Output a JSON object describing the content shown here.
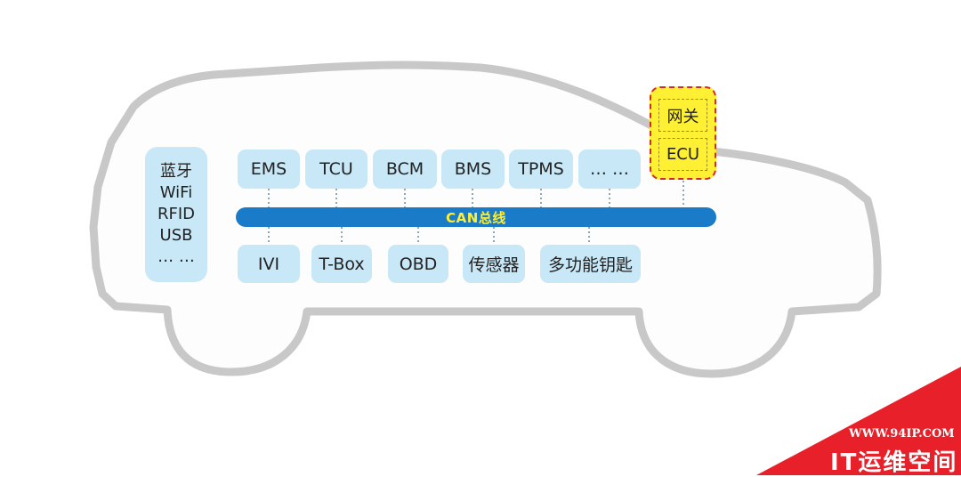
{
  "wireless": {
    "lines": [
      "蓝牙",
      "WiFi",
      "RFID",
      "USB",
      "… …"
    ]
  },
  "top_nodes": [
    "EMS",
    "TCU",
    "BCM",
    "BMS",
    "TPMS",
    "… …"
  ],
  "bottom_nodes": [
    "IVI",
    "T-Box",
    "OBD",
    "传感器",
    "多功能钥匙"
  ],
  "bus": {
    "label": "CAN总线"
  },
  "gateway": {
    "top": "网关",
    "bottom": "ECU"
  },
  "watermark": {
    "url": "WWW.94IP.COM",
    "title": "IT运维空间"
  },
  "colors": {
    "node_fill": "#c8e8f7",
    "bus": "#1a7cc8",
    "bus_label": "#ffee33",
    "gateway_fill": "#fff033",
    "gateway_border": "#d22a2a",
    "car_outline": "#c8c8c8",
    "watermark": "#e8202a"
  }
}
